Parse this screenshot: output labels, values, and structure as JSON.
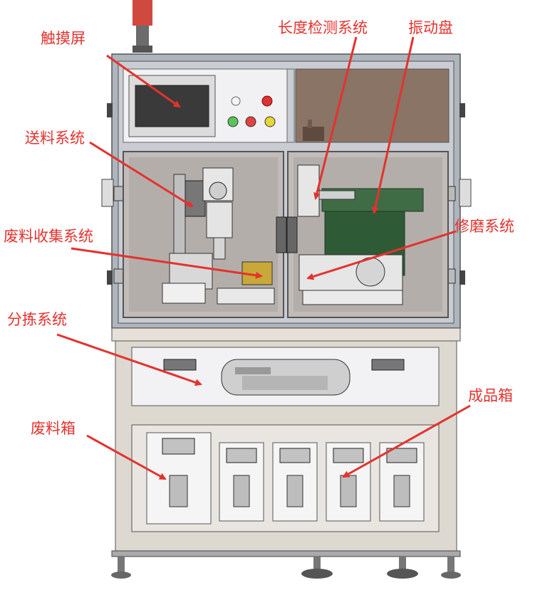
{
  "colors": {
    "label": "#e4322e",
    "frame": "#9aa3ad",
    "panel": "#ececf0",
    "glass": "#b4aeaa",
    "bowl": "#3f6b45",
    "brown": "#8a7465"
  },
  "labels": {
    "touchscreen": "触摸屏",
    "length_detection": "长度检测系统",
    "vibratory_bowl": "振动盘",
    "feeding": "送料系统",
    "waste_collection": "废料收集系统",
    "grinding": "修磨系统",
    "sorting": "分拣系统",
    "product_bins": "成品箱",
    "waste_bin": "废料箱"
  },
  "control_panel": {
    "buttons": [
      "green",
      "red",
      "yellow"
    ],
    "emergency_stop": "red"
  }
}
